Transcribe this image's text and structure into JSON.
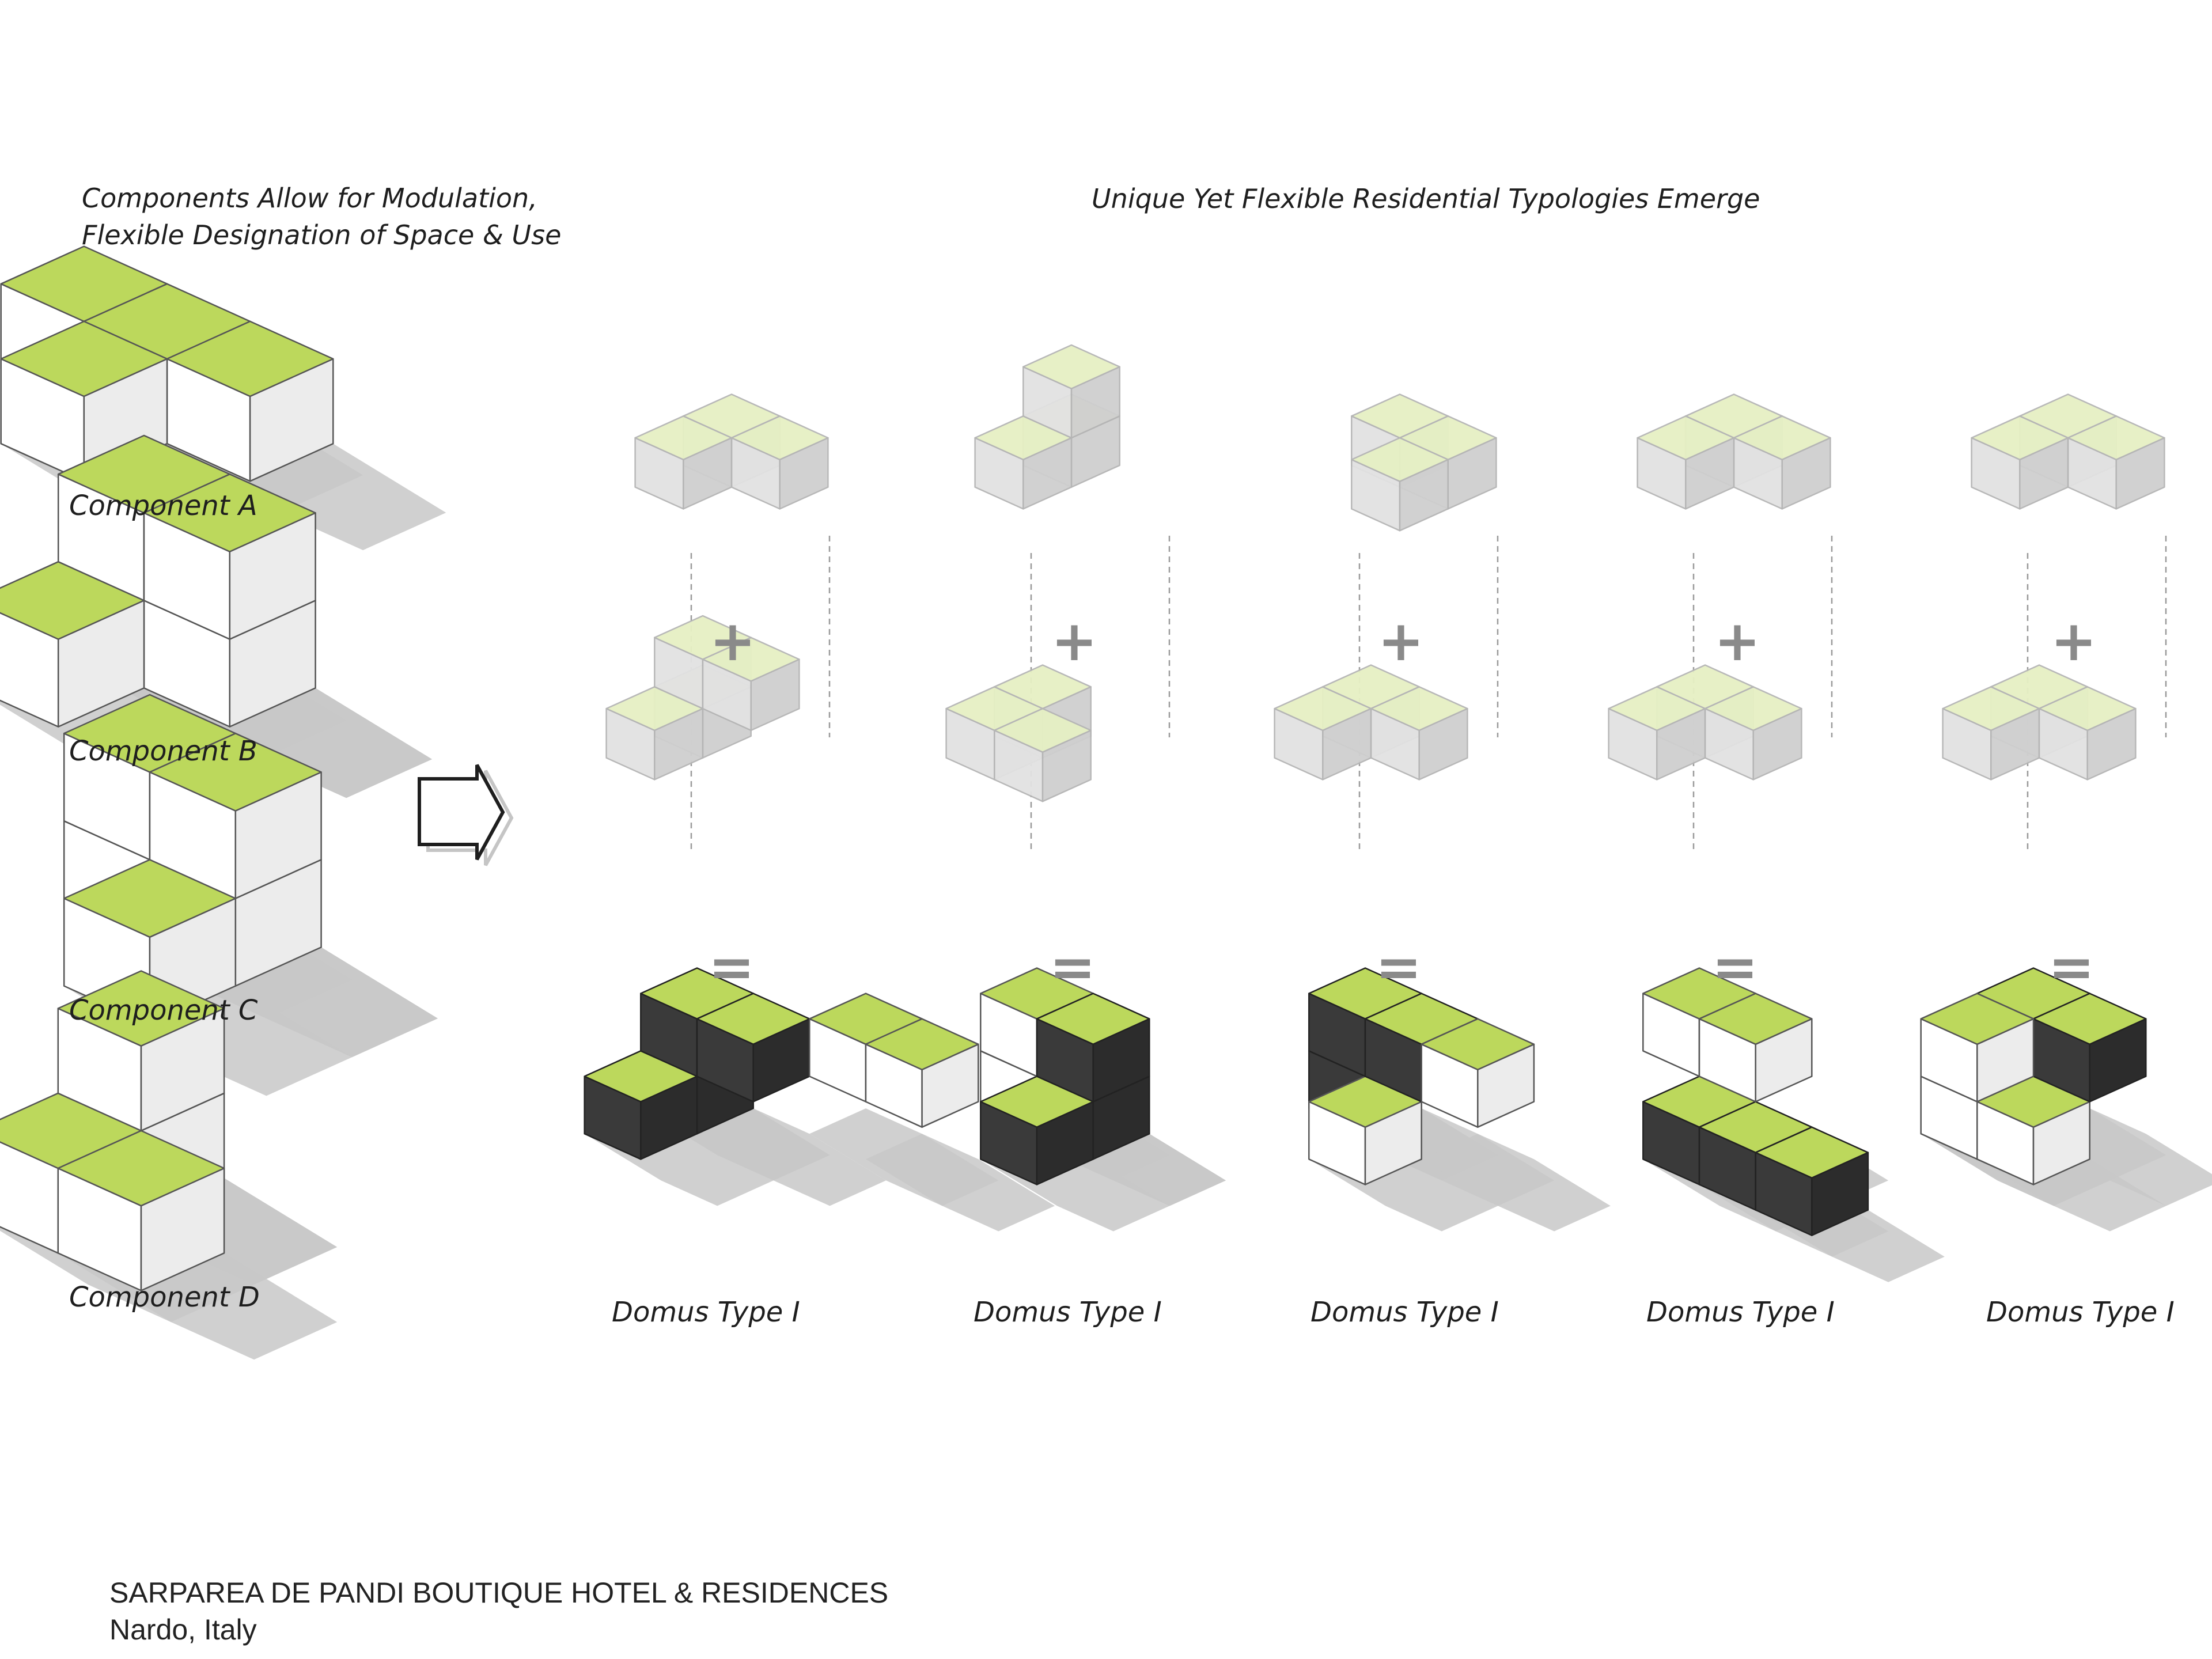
{
  "headings": {
    "left_line1": "Components Allow for Modulation,",
    "left_line2": "Flexible Designation of Space & Use",
    "right": "Unique Yet Flexible Residential Typologies Emerge"
  },
  "components": [
    {
      "label": "Component A"
    },
    {
      "label": "Component B"
    },
    {
      "label": "Component C"
    },
    {
      "label": "Component D"
    }
  ],
  "operators": {
    "plus": "+",
    "equals": "="
  },
  "typologies": [
    {
      "label": "Domus Type I"
    },
    {
      "label": "Domus Type I"
    },
    {
      "label": "Domus Type I"
    },
    {
      "label": "Domus Type I"
    },
    {
      "label": "Domus Type I"
    }
  ],
  "footer": {
    "project": "SARPAREA DE PANDI BOUTIQUE HOTEL & RESIDENCES",
    "location": "Nardo, Italy"
  },
  "colors": {
    "roof_green": "#bcd85c",
    "roof_light_green": "#e6f0c4",
    "dark_module": "#3c3c3c",
    "ghost_module": "#d2d2d2",
    "shadow": "#c8c8c8"
  }
}
